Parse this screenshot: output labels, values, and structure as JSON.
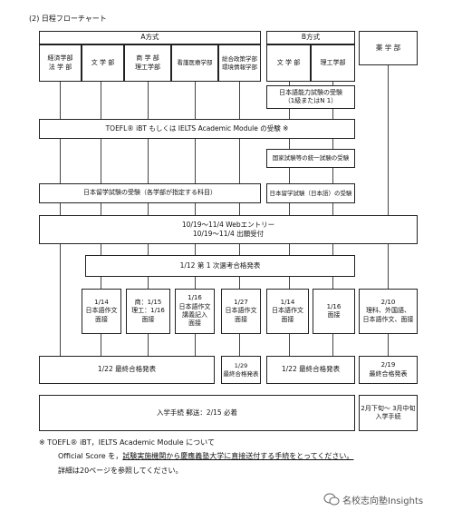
{
  "section_title": "(2)  日程フローチャート",
  "headers": {
    "a_method": "A方式",
    "b_method": "B方式",
    "yakugakubu": "薬 学 部"
  },
  "departments": {
    "economics_law": "経済学部\n法 学 部",
    "letters_a": "文 学 部",
    "commerce_science": "商 学 部\n理工学部",
    "nursing": "看護医療学部",
    "policy_env": "総合政策学部\n環境情報学部",
    "letters_b": "文 学 部",
    "science_b": "理工学部"
  },
  "steps": {
    "jlpt": "日本語能力試験の受験\n（1級またはN 1）",
    "toefl": "TOEFL® iBT もしくは IELTS Academic Module の受験  ※",
    "national_exam": "国家試験等の統一試験の受験",
    "eju_a": "日本留学試験の受験（各学部が指定する科目）",
    "eju_b": "日本留学試験（日本語）の受験",
    "web_entry": "10/19～11/4  Webエントリー\n10/19～11/4  出願受付",
    "first_result": "1/12   第 1 次選考合格発表",
    "interview_1": "1/14\n日本語作文\n面接",
    "interview_2": "商：1/15\n理工：1/16\n面接",
    "interview_3": "1/16\n日本語作文\n講義記入\n面接",
    "interview_4": "1/27\n日本語作文\n面接",
    "interview_5": "1/14\n日本語作文\n面接",
    "interview_6": "1/16\n面接",
    "interview_pharm": "2/10\n理科、外国語、\n日本語作文、面接",
    "final_a": "1/22   最終合格発表",
    "final_policy": "1/29\n最終合格発表",
    "final_b": "1/22   最終合格発表",
    "final_pharm": "2/19\n最終合格発表",
    "enrollment": "入学手続     郵送：2/15   必着",
    "enrollment_pharm": "2月下旬～ 3月中旬\n入学手続"
  },
  "notes": {
    "line1": "※ TOEFL® iBT，IELTS Academic Module について",
    "line2_prefix": "Official Score を，",
    "line2_underline": "試験実施機関から慶應義塾大学に直接送付する手続をとってください。",
    "line3": "詳細は20ページを参照してください。"
  },
  "watermark": "名校志向塾Insights"
}
